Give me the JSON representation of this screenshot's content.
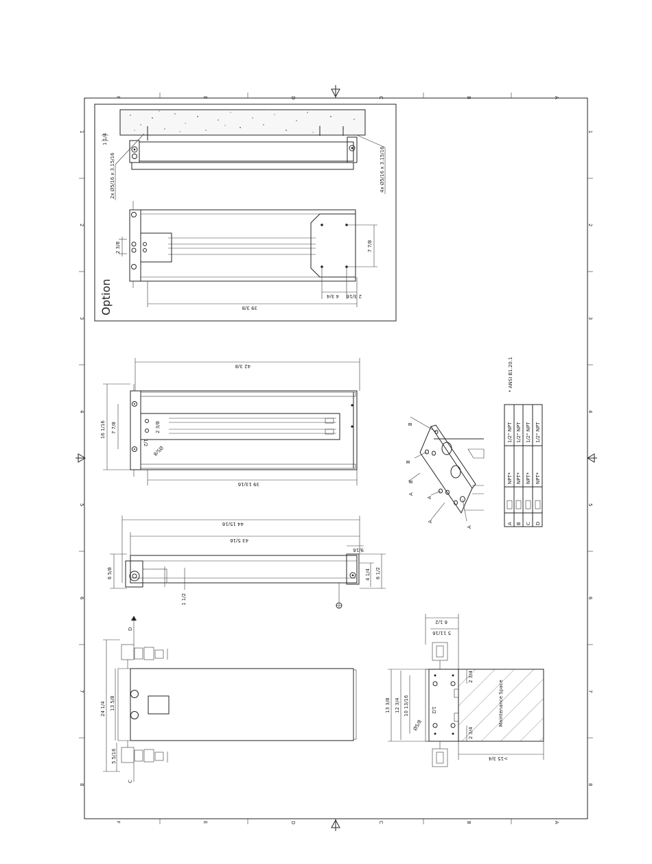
{
  "drawing": {
    "zone_columns": [
      "F",
      "E",
      "D",
      "C",
      "B",
      "A"
    ],
    "zone_rows": [
      "1",
      "2",
      "3",
      "4",
      "5",
      "6",
      "7",
      "8"
    ]
  },
  "option_view": {
    "title": "Option",
    "dims": {
      "top_gap": "1 1/4",
      "bolts_left": "2x Ø5/16 x 3.15/16",
      "bolts_right": "4x Ø5/16 x 3.15/16",
      "port_spacing": "2 3/8",
      "plate_width": "7 7/8",
      "overall": "39 3/8",
      "hole_offset": "4 3/4",
      "edge_offset": "2 3/16"
    }
  },
  "top_view": {
    "dims": {
      "overall": "42 3/8",
      "width": "16 1/16",
      "inner": "7 7/8",
      "port_spacing": "2 3/8",
      "half": "1/2",
      "hole_dia": "Ø5/8",
      "length": "39 13/16"
    }
  },
  "side_view": {
    "dims": {
      "overall": "44 15/16",
      "length": "43 5/16",
      "end": "9/16",
      "height": "6 5/8",
      "port_height": "4 1/4",
      "right_height": "6 1/2",
      "bottom": "1 1/2"
    }
  },
  "iso_view": {
    "labels": [
      "A",
      "A",
      "A",
      "B",
      "B",
      "B"
    ]
  },
  "port_table": {
    "note": "* ANSI B1.20.1",
    "rows": [
      {
        "port": "A",
        "thread": "NPT*",
        "size": "1/2\" NPT"
      },
      {
        "port": "B",
        "thread": "NPT*",
        "size": "1/2\" NPT"
      },
      {
        "port": "C",
        "thread": "NPT*",
        "size": "1/2\" NPT"
      },
      {
        "port": "D",
        "thread": "NPT*",
        "size": "1/2\" NPT"
      }
    ]
  },
  "front_view": {
    "port_c": "C",
    "port_d": "D",
    "dims": {
      "overall": "24 1/4",
      "center": "13 5/8",
      "offset": "5 5/16"
    }
  },
  "end_view": {
    "maintenance": "Maintenance Space",
    "dims": {
      "top": "6 1/2",
      "top_inner": "5 11/16",
      "h1": "13 3/8",
      "h2": "12 3/4",
      "h3": "10 13/16",
      "half": "1/2",
      "hole": "Ø5/8",
      "side_a": "2 3/4",
      "side_b": "2 3/4",
      "clearance": ">15 3/4"
    }
  }
}
